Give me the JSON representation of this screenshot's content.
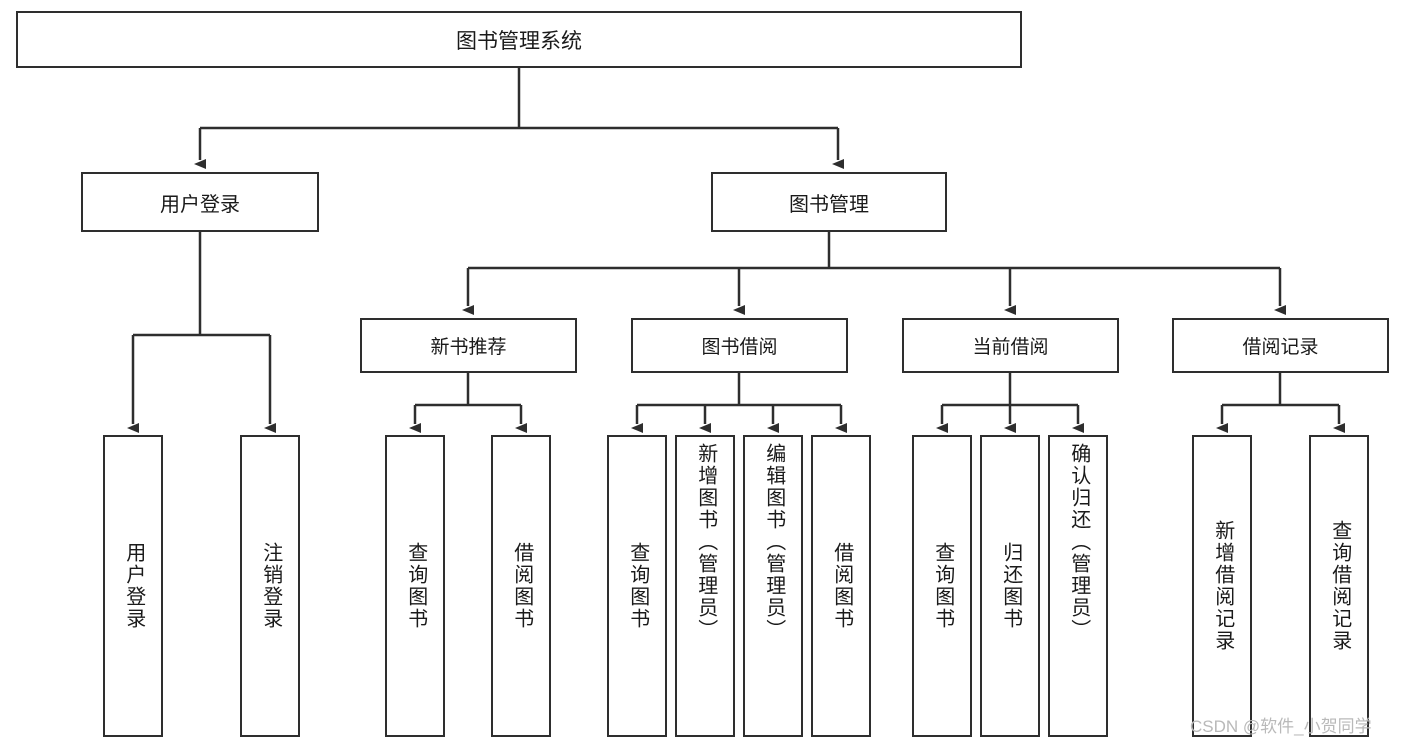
{
  "diagram": {
    "title": "图书管理系统",
    "type": "tree-hierarchy-diagram",
    "watermark": "CSDN @软件_小贺同学",
    "colors": {
      "border": "#2e2e2e",
      "background": "#ffffff",
      "text": "#1a1a1a",
      "watermark": "#b9b9b9"
    },
    "levels": {
      "root": "图书管理系统",
      "level2": [
        "用户登录",
        "图书管理"
      ],
      "level3": [
        "新书推荐",
        "图书借阅",
        "当前借阅",
        "借阅记录"
      ]
    },
    "nodes": {
      "root": "图书管理系统",
      "user_login": "用户登录",
      "book_manage": "图书管理",
      "new_book_rec": "新书推荐",
      "book_borrow": "图书借阅",
      "current_borrow": "当前借阅",
      "borrow_record": "借阅记录",
      "leaf_user_login": "用户登录",
      "leaf_user_logout": "注销登录",
      "leaf_query_book_1": "查询图书",
      "leaf_borrow_book_1": "借阅图书",
      "leaf_query_book_2": "查询图书",
      "leaf_add_book": "新增图书（管理员）",
      "leaf_edit_book": "编辑图书（管理员）",
      "leaf_borrow_book_2": "借阅图书",
      "leaf_query_book_3": "查询图书",
      "leaf_return_book": "归还图书",
      "leaf_confirm_return": "确认归还（管理员）",
      "leaf_add_record": "新增借阅记录",
      "leaf_query_record": "查询借阅记录"
    }
  }
}
